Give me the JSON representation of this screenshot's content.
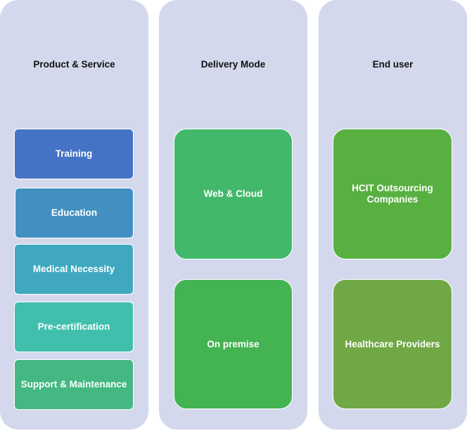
{
  "columns": [
    {
      "title": "Product & Service",
      "items": [
        {
          "label": "Training",
          "color": "#4472c4"
        },
        {
          "label": "Education",
          "color": "#4290c2"
        },
        {
          "label": "Medical Necessity",
          "color": "#3fa8c0"
        },
        {
          "label": "Pre-certification",
          "color": "#40bfad"
        },
        {
          "label": "Support & Maintenance",
          "color": "#43b882"
        }
      ]
    },
    {
      "title": "Delivery Mode",
      "items": [
        {
          "label": "Web & Cloud",
          "color": "#42b86a"
        },
        {
          "label": "On premise",
          "color": "#44b352"
        }
      ]
    },
    {
      "title": "End user",
      "items": [
        {
          "label": "HCIT Outsourcing Companies",
          "color": "#58b040"
        },
        {
          "label": "Healthcare Providers",
          "color": "#70a846"
        }
      ]
    }
  ],
  "colors": {
    "column_background": "#d4d8ed"
  }
}
